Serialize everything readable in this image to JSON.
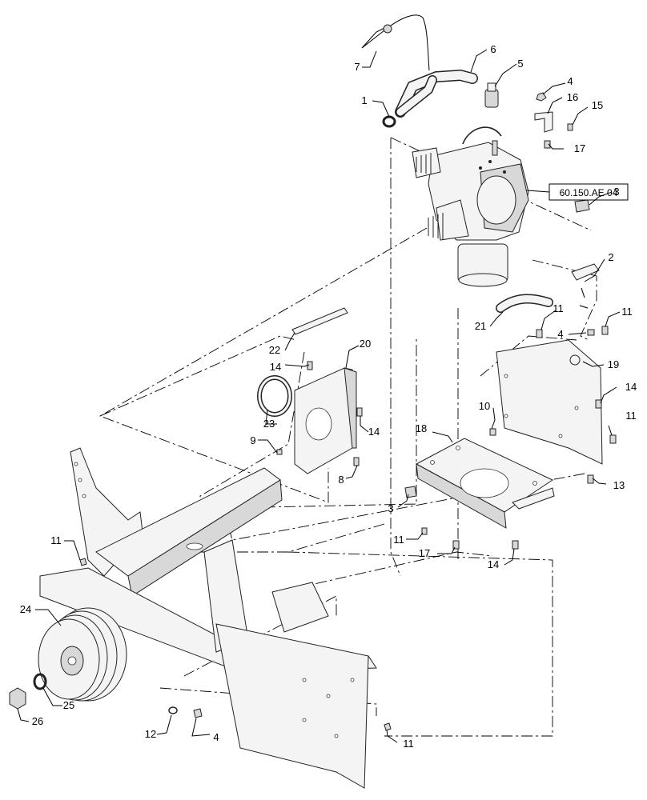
{
  "diagram": {
    "reference_label": "60.150.AE 04",
    "callouts": {
      "c1": "1",
      "c2": "2",
      "c3a": "3",
      "c3b": "3",
      "c4a": "4",
      "c4b": "4",
      "c4c": "4",
      "c5": "5",
      "c6": "6",
      "c7": "7",
      "c8": "8",
      "c9": "9",
      "c10": "10",
      "c11a": "11",
      "c11b": "11",
      "c11c": "11",
      "c11d": "11",
      "c11e": "11",
      "c11f": "11",
      "c12": "12",
      "c13": "13",
      "c14a": "14",
      "c14b": "14",
      "c14c": "14",
      "c14d": "14",
      "c15": "15",
      "c16": "16",
      "c17a": "17",
      "c17b": "17",
      "c18": "18",
      "c19": "19",
      "c20": "20",
      "c21": "21",
      "c22": "22",
      "c23": "23",
      "c24": "24",
      "c25": "25",
      "c26": "26"
    }
  }
}
